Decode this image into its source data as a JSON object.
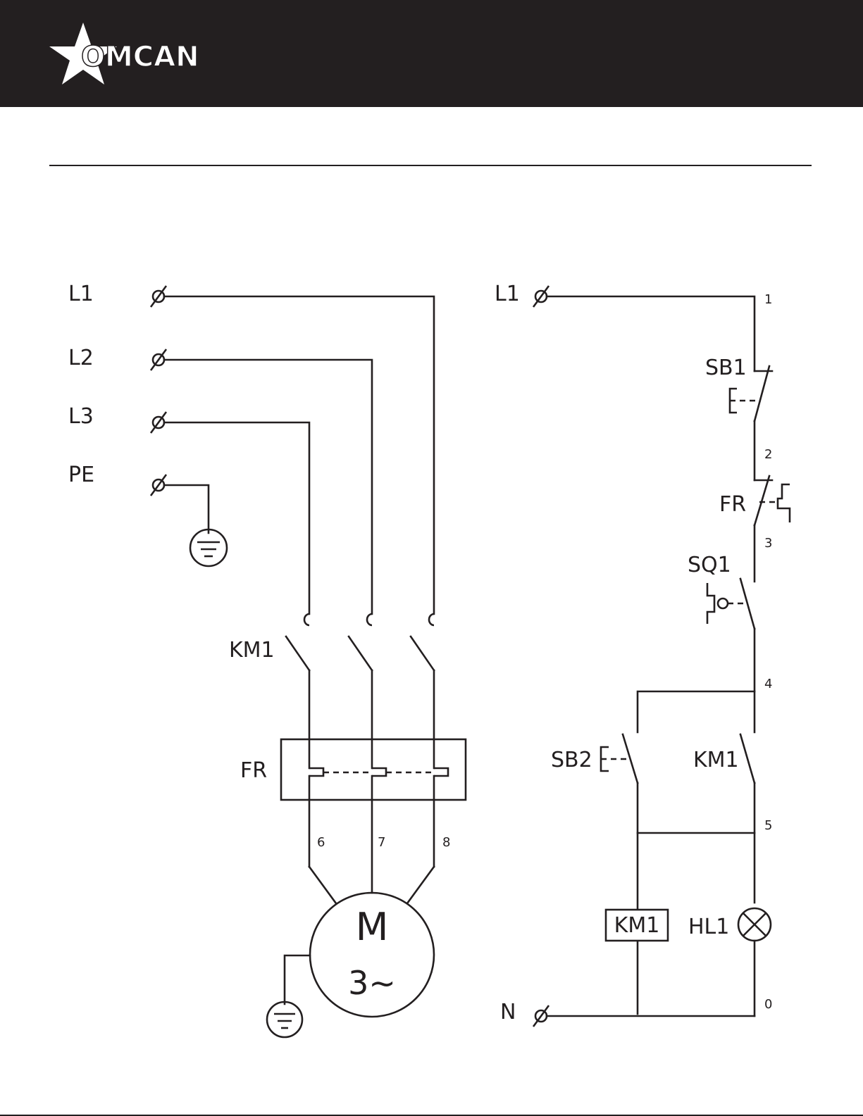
{
  "brand": {
    "name": "OMCAN",
    "header_color": "#231f20"
  },
  "power_circuit": {
    "terminals": {
      "l1": "L1",
      "l2": "L2",
      "l3": "L3",
      "pe": "PE"
    },
    "contactor": "KM1",
    "overload": "FR",
    "wire_numbers": [
      "6",
      "7",
      "8"
    ],
    "motor": {
      "symbol": "M",
      "phase": "3~"
    }
  },
  "control_circuit": {
    "supply": "L1",
    "neutral": "N",
    "components": {
      "sb1": "SB1",
      "fr": "FR",
      "sq1": "SQ1",
      "sb2": "SB2",
      "km1_contact": "KM1",
      "km1_coil": "KM1",
      "hl1": "HL1"
    },
    "node_numbers": [
      "1",
      "2",
      "3",
      "4",
      "5",
      "0"
    ]
  }
}
